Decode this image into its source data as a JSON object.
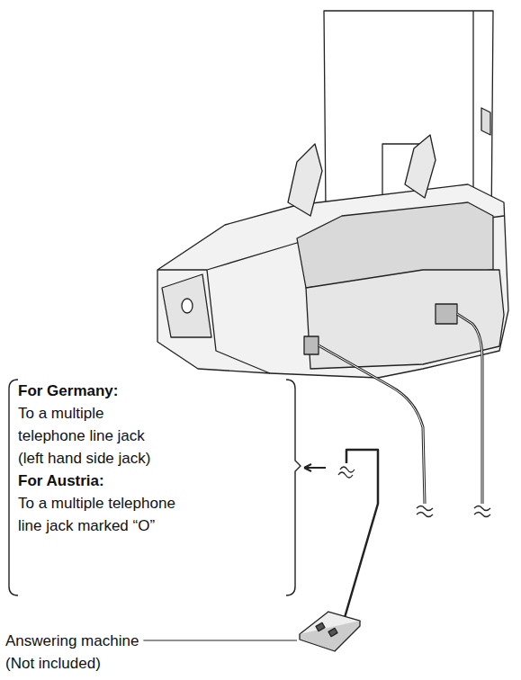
{
  "diagram": {
    "labels": [
      "For Germany:",
      "To a multiple telephone line jack (left hand side jack)",
      "For Austria:",
      "To a multiple telephone line jack marked “O”",
      "Answering machine (Not included)"
    ]
  }
}
